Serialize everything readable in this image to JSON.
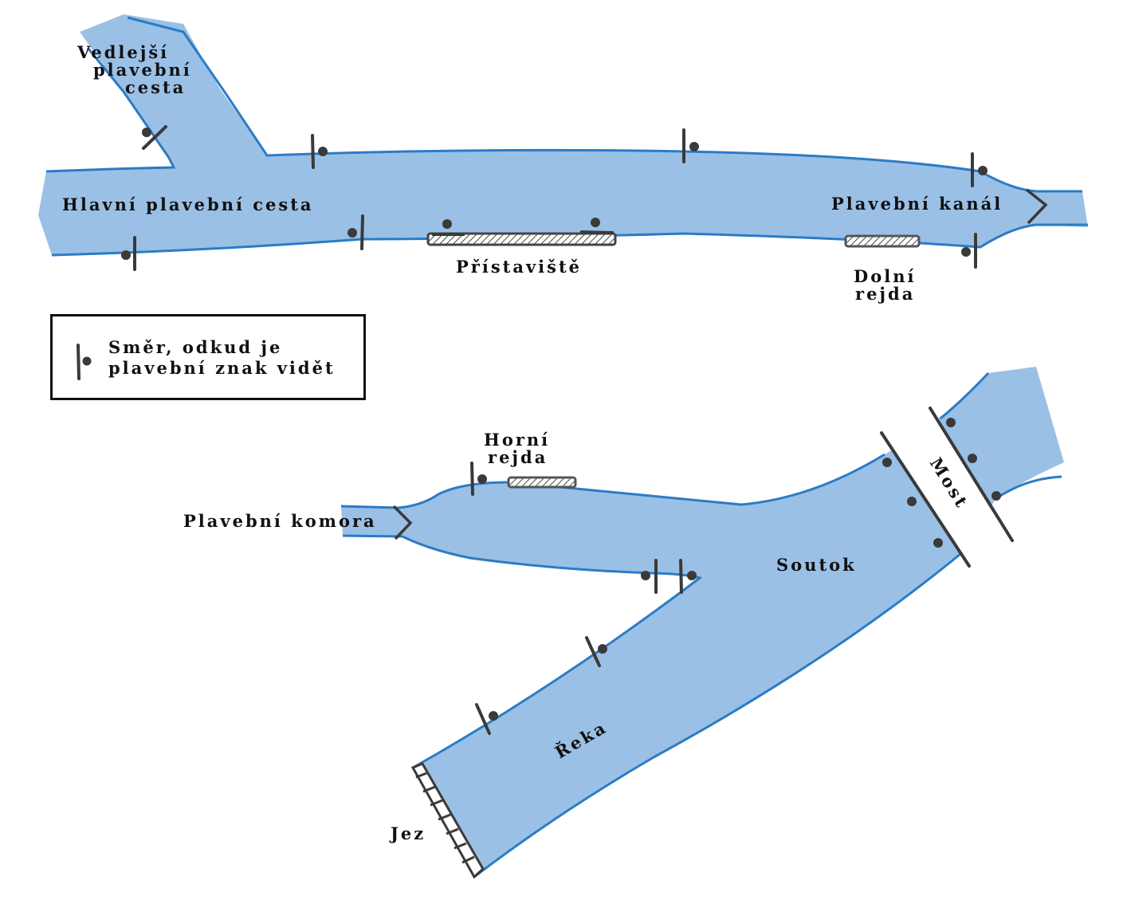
{
  "colors": {
    "water_fill": "#9bc0e6",
    "water_edge": "#2b7cc4",
    "sign": "#3a3a3a",
    "text": "#111111"
  },
  "labels": {
    "side_waterway": [
      "Vedlejší",
      "plavební",
      "cesta"
    ],
    "main_waterway": "Hlavní plavební cesta",
    "landing": "Přístaviště",
    "canal": "Plavební kanál",
    "lower_roads": [
      "Dolní",
      "rejda"
    ],
    "upper_roads": [
      "Horní",
      "rejda"
    ],
    "lock": "Plavební komora",
    "confluence": "Soutok",
    "bridge": "Most",
    "river": "Řeka",
    "weir": "Jez"
  },
  "legend": {
    "icon": "sign-visibility-icon",
    "lines": [
      "Směr, odkud je",
      "plavební znak vidět"
    ]
  }
}
